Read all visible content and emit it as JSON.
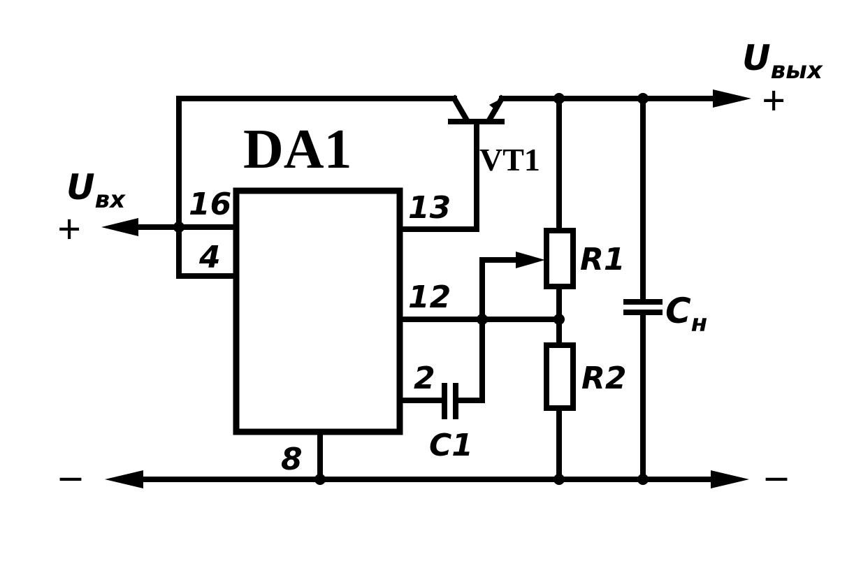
{
  "diagram": {
    "ic_name": "DA1",
    "transistor": "VT1",
    "input_label": {
      "main": "U",
      "sub": "вх"
    },
    "output_label": {
      "main": "U",
      "sub": "вых"
    },
    "input_sign": "+",
    "output_sign": "+",
    "ground_minus_left": "–",
    "ground_minus_right": "–",
    "pins": {
      "p16": "16",
      "p4": "4",
      "p13": "13",
      "p12": "12",
      "p2": "2",
      "p8": "8"
    },
    "components": {
      "r1": "R1",
      "r2": "R2",
      "c1": "C1",
      "cn": {
        "main": "C",
        "sub": "н"
      }
    }
  }
}
